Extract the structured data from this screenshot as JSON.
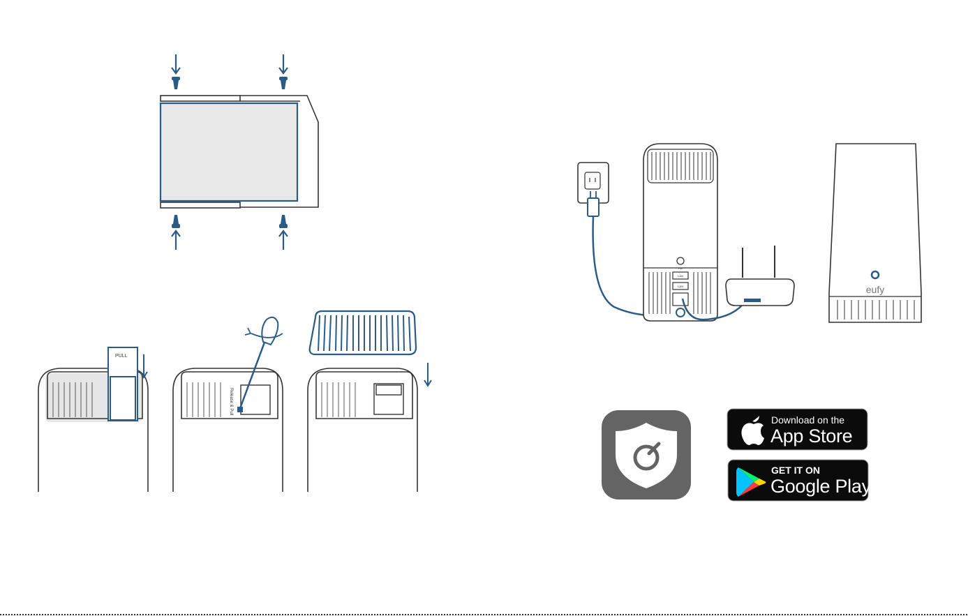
{
  "colors": {
    "accent_blue": "#2a5a86",
    "panel_gray": "#e8e8e8",
    "outline": "#333333",
    "app_icon_bg": "#646464",
    "badge_bg": "#0b0b0b"
  },
  "steps": {
    "unit_label_pull": "PULL",
    "unit_label_release": "Release & Pull",
    "hub_power_label": "PW",
    "hub_port_label_1": "LAN",
    "hub_port_label_2": "LAN"
  },
  "homebase": {
    "brand": "eufy"
  },
  "app": {
    "icon_name": "eufy-security-shield-icon",
    "app_store": {
      "line1": "Download on the",
      "line2": "App Store",
      "icon": "apple-logo-icon"
    },
    "google_play": {
      "line1": "GET IT ON",
      "line2": "Google Play",
      "icon": "google-play-logo-icon"
    }
  }
}
